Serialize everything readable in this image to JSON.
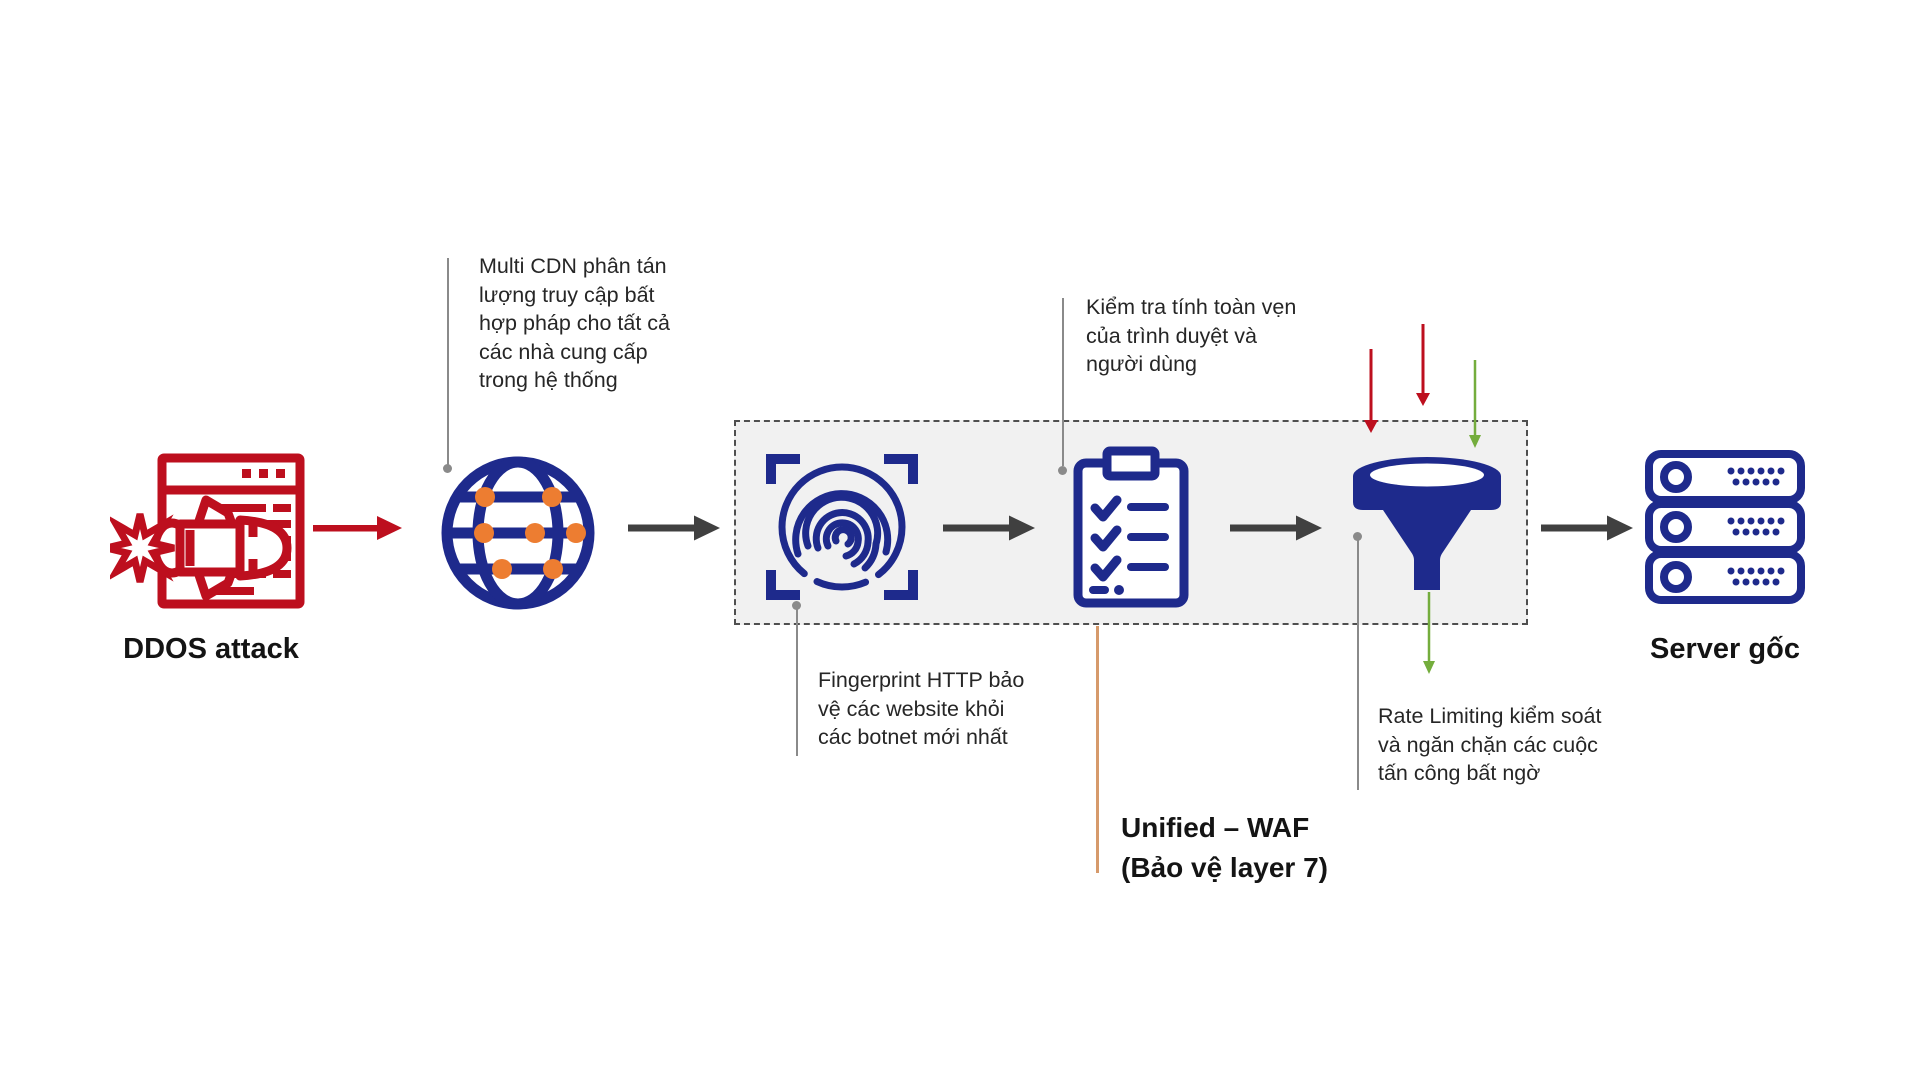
{
  "title": "DDoS mitigation flow diagram",
  "colors": {
    "attack_red": "#bd0f1e",
    "navy": "#1e2a8c",
    "orange_dot": "#ed7d31",
    "green": "#74ad3d",
    "dark_arrow": "#404040",
    "waf_box_fill": "#f1f1f1",
    "waf_box_border": "#4f4f4f",
    "annotation_line": "#8a8a8a",
    "waf_callout_line": "#d69a6b",
    "text": "#262626"
  },
  "icons": {
    "ddos": "rocket-hitting-browser-icon",
    "cdn": "globe-network-icon",
    "fingerprint": "fingerprint-scan-icon",
    "integrity": "checklist-clipboard-icon",
    "rate_limit": "funnel-icon",
    "server": "server-stack-icon",
    "flow": "arrow-right-icon",
    "traffic_in": "arrow-down-icon"
  },
  "nodes": {
    "ddos": {
      "label": "DDOS attack"
    },
    "server": {
      "label": "Server gốc"
    }
  },
  "waf_box": {
    "label_lines": [
      "Unified – WAF",
      "(Bảo vệ layer 7)"
    ]
  },
  "annotations": {
    "multi_cdn": {
      "lines": [
        "Multi CDN phân tán",
        "lượng truy cập bất",
        "hợp pháp cho tất cả",
        "các nhà cung cấp",
        "trong hệ thống"
      ]
    },
    "browser_integrity": {
      "lines": [
        "Kiểm tra tính toàn vẹn",
        "của trình duyệt và",
        "người dùng"
      ]
    },
    "fingerprint_http": {
      "lines": [
        "Fingerprint HTTP bảo",
        "vệ các website khỏi",
        "các botnet mới nhất"
      ]
    },
    "rate_limiting": {
      "lines": [
        "Rate Limiting kiểm soát",
        "và ngăn chặn các cuộc",
        "tấn công bất ngờ"
      ]
    }
  }
}
